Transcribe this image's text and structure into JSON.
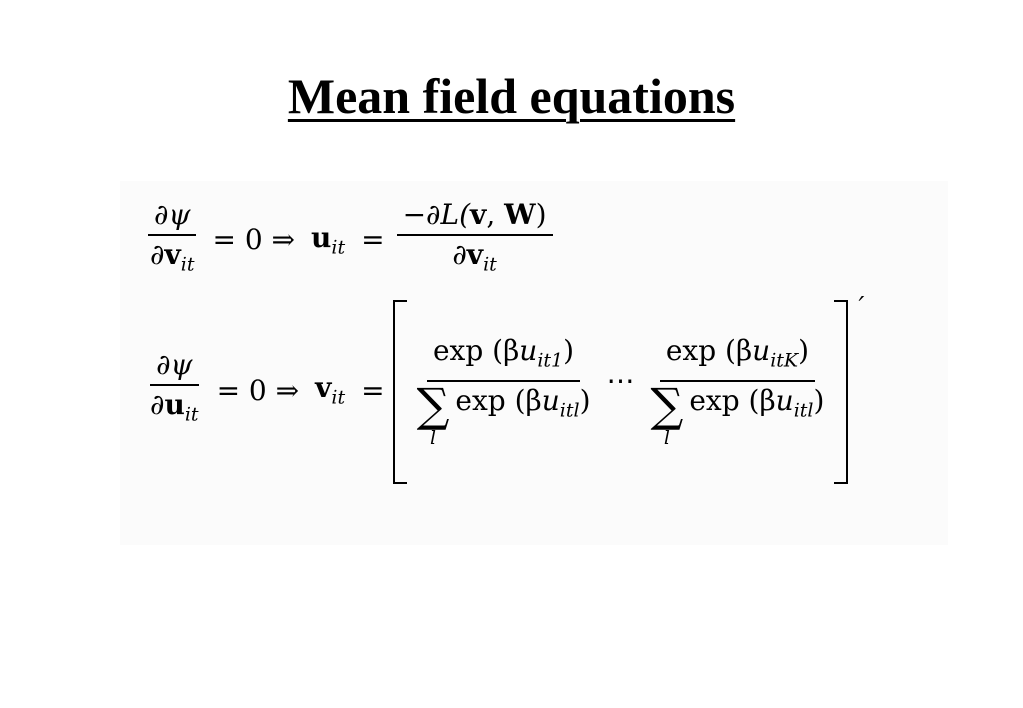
{
  "slide": {
    "title": "Mean field equations"
  },
  "eq1": {
    "lhs_num": "∂ψ",
    "lhs_den_d": "∂",
    "lhs_den_var": "v",
    "lhs_den_sub": "it",
    "implies": "= 0 ⇒",
    "u_var": "u",
    "u_sub": "it",
    "eq_sign": "=",
    "rhs_num": "−∂L(",
    "rhs_num_v": "v",
    "rhs_num_comma": ", ",
    "rhs_num_W": "W",
    "rhs_num_close": ")",
    "rhs_den_d": "∂",
    "rhs_den_var": "v",
    "rhs_den_sub": "it"
  },
  "eq2": {
    "lhs_num": "∂ψ",
    "lhs_den_d": "∂",
    "lhs_den_var": "u",
    "lhs_den_sub": "it",
    "implies": "= 0 ⇒",
    "v_var": "v",
    "v_sub": "it",
    "eq_sign": "=",
    "frac1_num_pre": "exp (β",
    "frac1_num_u": "u",
    "frac1_num_sub": "it1",
    "frac1_num_close": ")",
    "sum_glyph": "∑",
    "sum_idx": "l",
    "den_pre": "exp (β",
    "den_u": "u",
    "den_sub": "itl",
    "den_close": ")",
    "dots": "⋯",
    "frac2_num_pre": "exp (β",
    "frac2_num_u": "u",
    "frac2_num_sub": "itK",
    "frac2_num_close": ")",
    "prime": "′"
  }
}
